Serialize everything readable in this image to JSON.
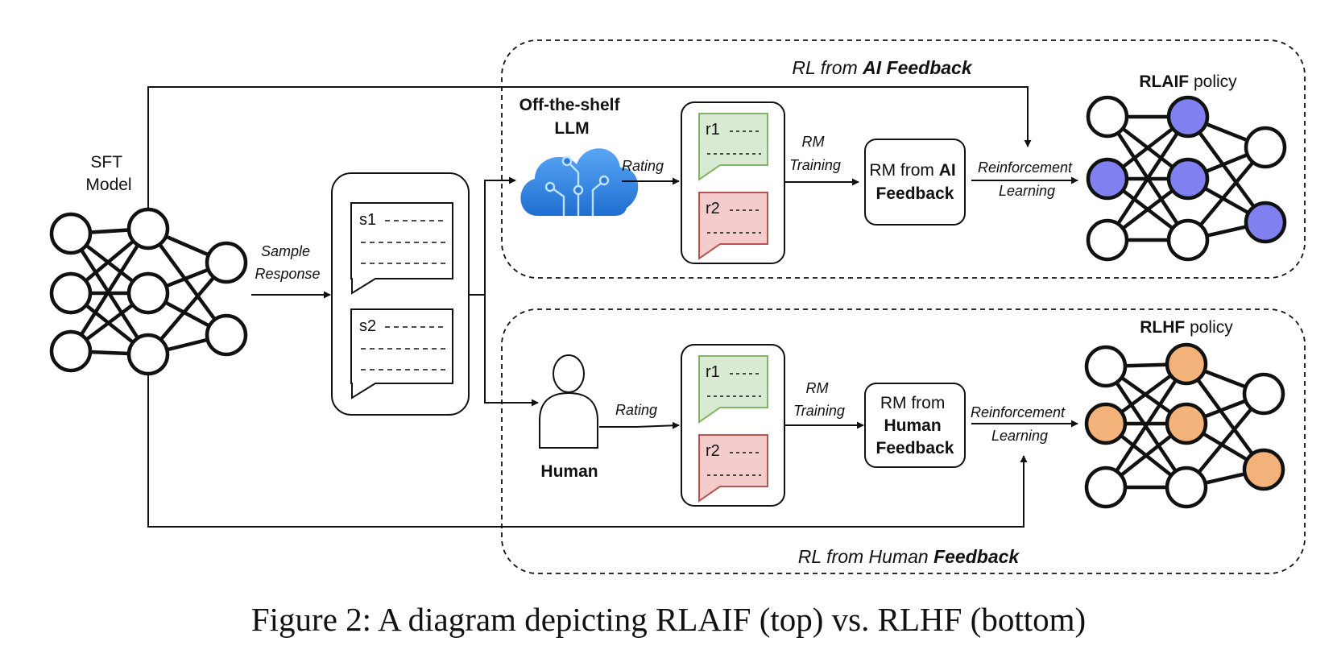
{
  "sft": {
    "line1": "SFT",
    "line2": "Model"
  },
  "sample_response": {
    "line1": "Sample",
    "line2": "Response"
  },
  "samples": {
    "s1": "s1",
    "s2": "s2"
  },
  "llm": {
    "line1": "Off-the-shelf",
    "line2": "LLM"
  },
  "human_label": "Human",
  "rating": "Rating",
  "ratings": {
    "r1": "r1",
    "r2": "r2"
  },
  "rm_training": {
    "line1": "RM",
    "line2": "Training"
  },
  "rm_ai": {
    "line1_prefix": "RM from ",
    "line1_bold": "AI",
    "line2": "Feedback"
  },
  "rm_human": {
    "line1": "RM from",
    "line2": "Human",
    "line3": "Feedback"
  },
  "reinforcement": {
    "line1": "Reinforcement",
    "line2": "Learning"
  },
  "rlaif_title": {
    "prefix": "RL from ",
    "bold": "AI Feedback"
  },
  "rlhf_title": {
    "prefix": "RL from Human ",
    "bold": "Feedback"
  },
  "rlaif_policy": {
    "bold": "RLAIF",
    "rest": " policy"
  },
  "rlhf_policy": {
    "bold": "RLHF",
    "rest": " policy"
  },
  "colors": {
    "rlaif_node": "#8080f0",
    "rlhf_node": "#f2b27a",
    "r1_fill": "#d9ead3",
    "r1_stroke": "#82b366",
    "r2_fill": "#f4cccc",
    "r2_stroke": "#b85450",
    "cloud": "#2f80e0"
  },
  "caption": "Figure 2: A diagram depicting RLAIF (top) vs. RLHF (bottom)"
}
